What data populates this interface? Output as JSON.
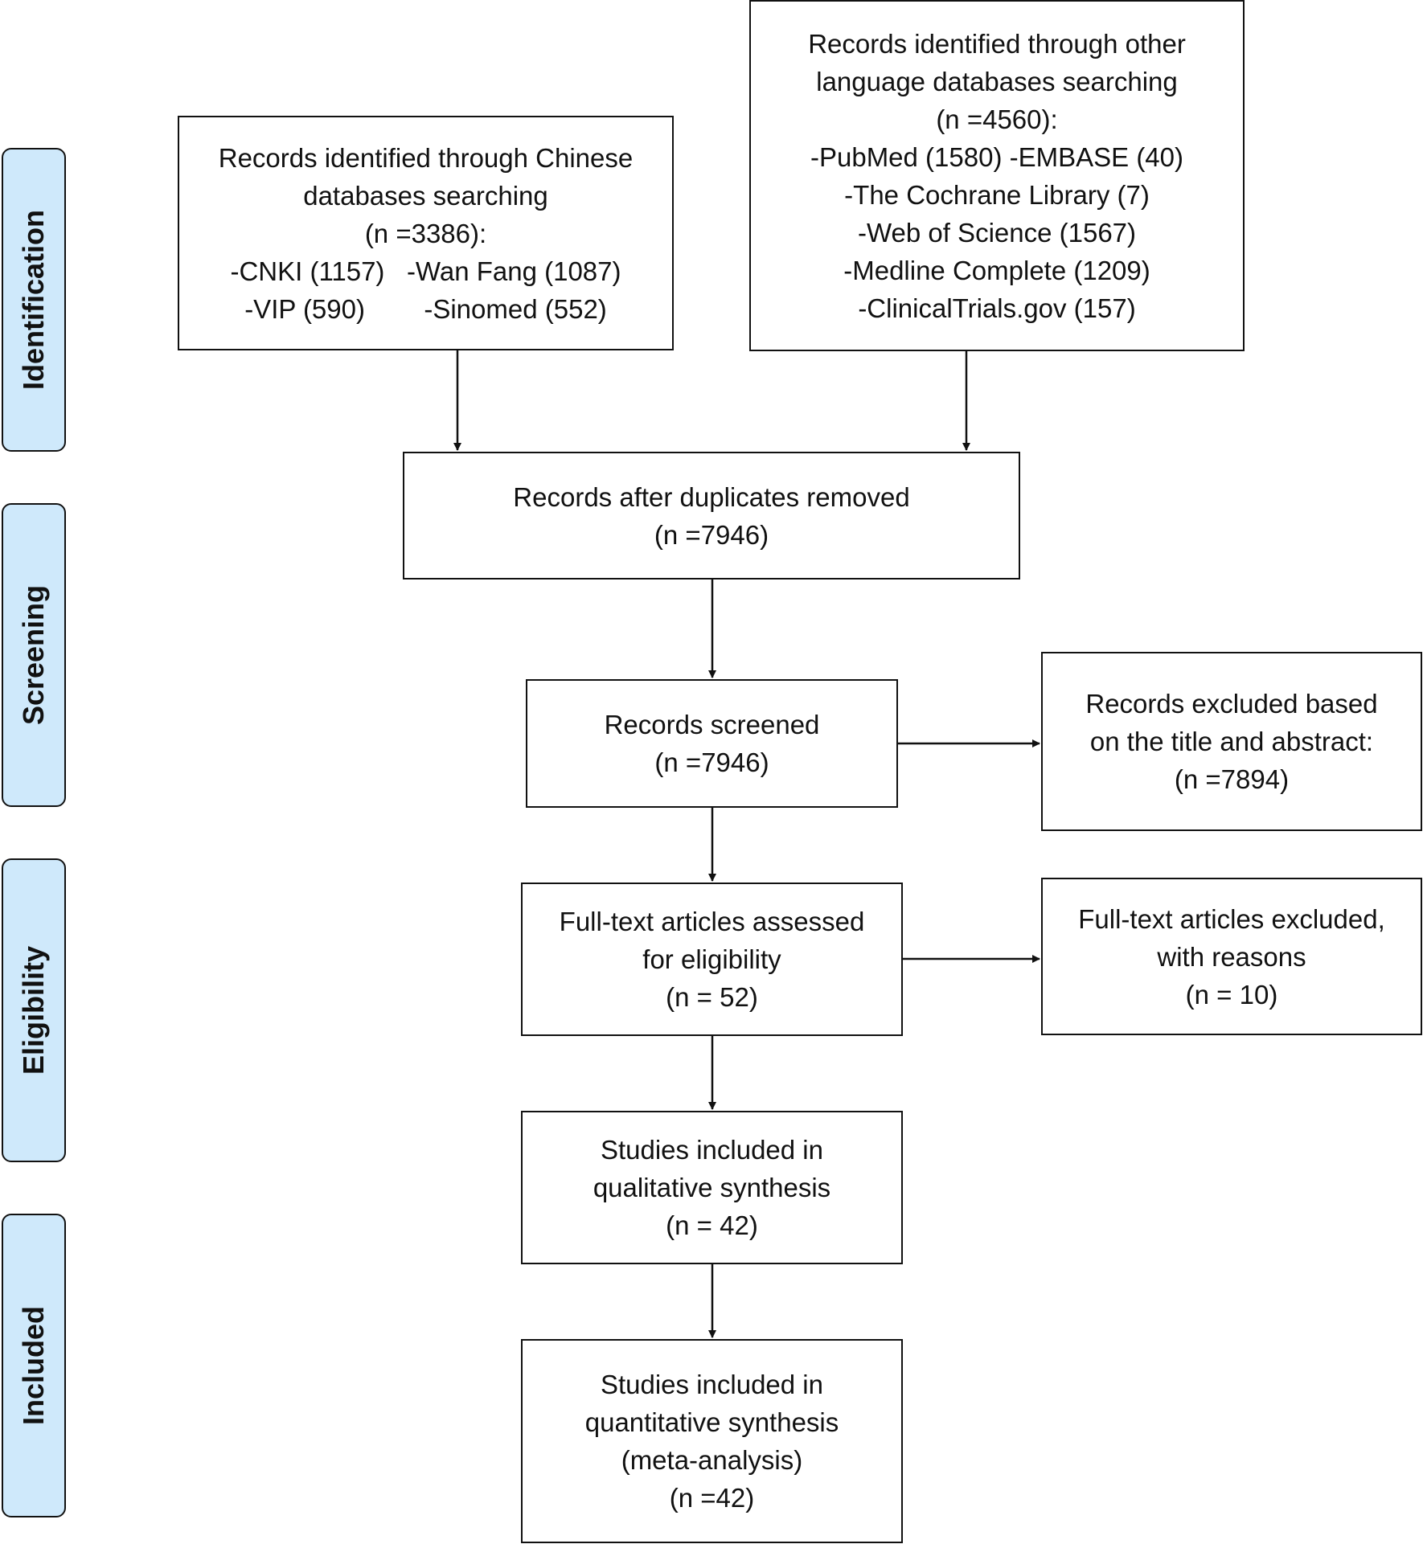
{
  "stages": {
    "identification": "Identification",
    "screening": "Screening",
    "eligibility": "Eligibility",
    "included": "Included"
  },
  "boxes": {
    "chinese": {
      "line1": "Records identified through Chinese",
      "line2": "databases searching",
      "line3": "(n =3386):",
      "line4a": "-CNKI (1157)",
      "line4b": "-Wan Fang (1087)",
      "line5a": "-VIP (590)",
      "line5b": "-Sinomed (552)"
    },
    "other": {
      "line1": "Records identified through other",
      "line2": "language databases searching",
      "line3": "(n =4560):",
      "line4": "-PubMed (1580) -EMBASE (40)",
      "line5": "-The Cochrane Library (7)",
      "line6": "-Web of Science (1567)",
      "line7": "-Medline Complete (1209)",
      "line8": "-ClinicalTrials.gov (157)"
    },
    "duplicates": {
      "line1": "Records after duplicates removed",
      "line2": "(n =7946)"
    },
    "screened": {
      "line1": "Records screened",
      "line2": "(n =7946)"
    },
    "excluded_title": {
      "line1": "Records excluded based",
      "line2": "on the title and abstract:",
      "line3": "(n =7894)"
    },
    "fulltext": {
      "line1": "Full-text articles assessed",
      "line2": "for eligibility",
      "line3": "(n = 52)"
    },
    "fulltext_excluded": {
      "line1": "Full-text articles excluded,",
      "line2": "with reasons",
      "line3": "(n = 10)"
    },
    "qualitative": {
      "line1": "Studies included in",
      "line2": "qualitative synthesis",
      "line3": "(n = 42)"
    },
    "quantitative": {
      "line1": "Studies included in",
      "line2": "quantitative synthesis",
      "line3": "(meta-analysis)",
      "line4": "(n =42)"
    }
  }
}
